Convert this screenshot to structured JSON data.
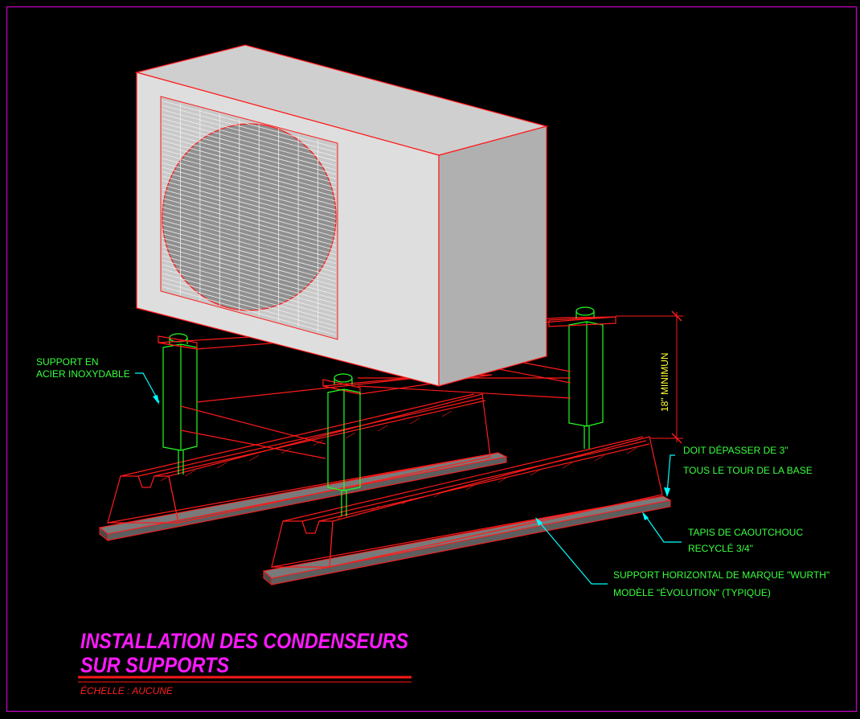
{
  "colors": {
    "background": "#000000",
    "frame": "#c000c0",
    "outline": "#ff1a1a",
    "label_text": "#39ff3f",
    "leader": "#00ffff",
    "dimension_text": "#ffff33",
    "title": "#ff19ff",
    "unit_face": "#d9d9d9",
    "unit_side": "#b0b0b0",
    "fan": "#8f8f8f",
    "rubber_pad": "#7a7a7a"
  },
  "labels": {
    "stainless_line1": "SUPPORT EN",
    "stainless_line2": "ACIER INOXYDABLE",
    "exceed_line1": "DOIT DÉPASSER DE 3\"",
    "exceed_line2": "TOUS LE TOUR DE LA BASE",
    "rubber_line1": "TAPIS DE CAOUTCHOUC",
    "rubber_line2": "RECYCLÉ 3/4\"",
    "wurth_line1": "SUPPORT HORIZONTAL DE MARQUE \"WURTH\"",
    "wurth_line2": "MODÈLE \"ÉVOLUTION\" (TYPIQUE)"
  },
  "dimension": {
    "text": "18\"  MINIMUN"
  },
  "title_block": {
    "line1": "INSTALLATION DES CONDENSEURS",
    "line2": "SUR SUPPORTS",
    "scale": "ÉCHELLE : AUCUNE"
  }
}
